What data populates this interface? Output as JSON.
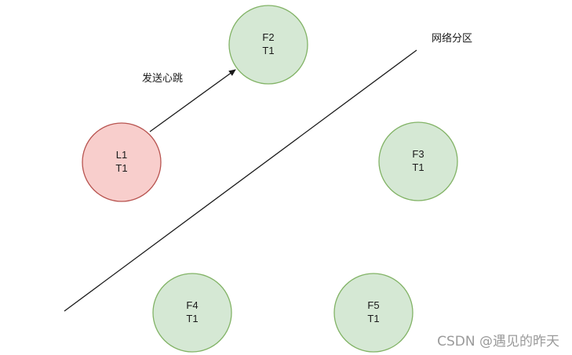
{
  "diagram": {
    "edge_label": "发送心跳",
    "partition_label": "网络分区",
    "watermark": "CSDN @遇见的昨天",
    "nodes": {
      "l1": {
        "line1": "L1",
        "line2": "T1",
        "role": "leader"
      },
      "f2": {
        "line1": "F2",
        "line2": "T1",
        "role": "follower"
      },
      "f3": {
        "line1": "F3",
        "line2": "T1",
        "role": "follower"
      },
      "f4": {
        "line1": "F4",
        "line2": "T1",
        "role": "follower"
      },
      "f5": {
        "line1": "F5",
        "line2": "T1",
        "role": "follower"
      }
    }
  },
  "colors": {
    "leader_fill": "#f8cecc",
    "leader_stroke": "#b85450",
    "follower_fill": "#d5e8d4",
    "follower_stroke": "#82b366",
    "line": "#1a1a1a",
    "watermark": "#9a9a9a"
  }
}
